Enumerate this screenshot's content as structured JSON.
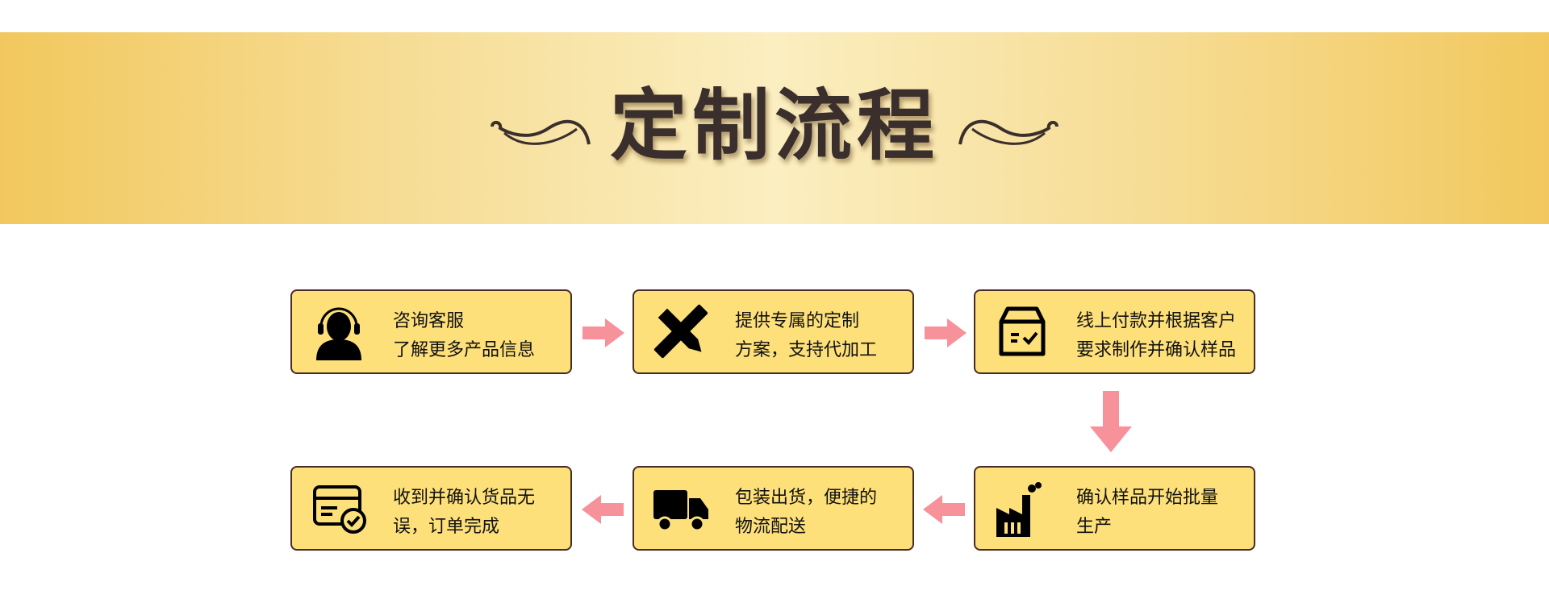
{
  "title": "定制流程",
  "steps": [
    {
      "icon": "customer-service-icon",
      "line1": "咨询客服",
      "line2": "了解更多产品信息"
    },
    {
      "icon": "pencil-ruler-icon",
      "line1": "提供专属的定制",
      "line2": "方案，支持代加工"
    },
    {
      "icon": "box-check-icon",
      "line1": "线上付款并根据客户",
      "line2": "要求制作并确认样品"
    },
    {
      "icon": "factory-icon",
      "line1": "确认样品开始批量",
      "line2": "生产"
    },
    {
      "icon": "truck-icon",
      "line1": "包装出货，便捷的",
      "line2": "物流配送"
    },
    {
      "icon": "card-check-icon",
      "line1": "收到并确认货品无",
      "line2": "误，订单完成"
    }
  ],
  "colors": {
    "box": "#fde07a",
    "arrow": "#f7919a",
    "title": "#3a2f2c"
  }
}
